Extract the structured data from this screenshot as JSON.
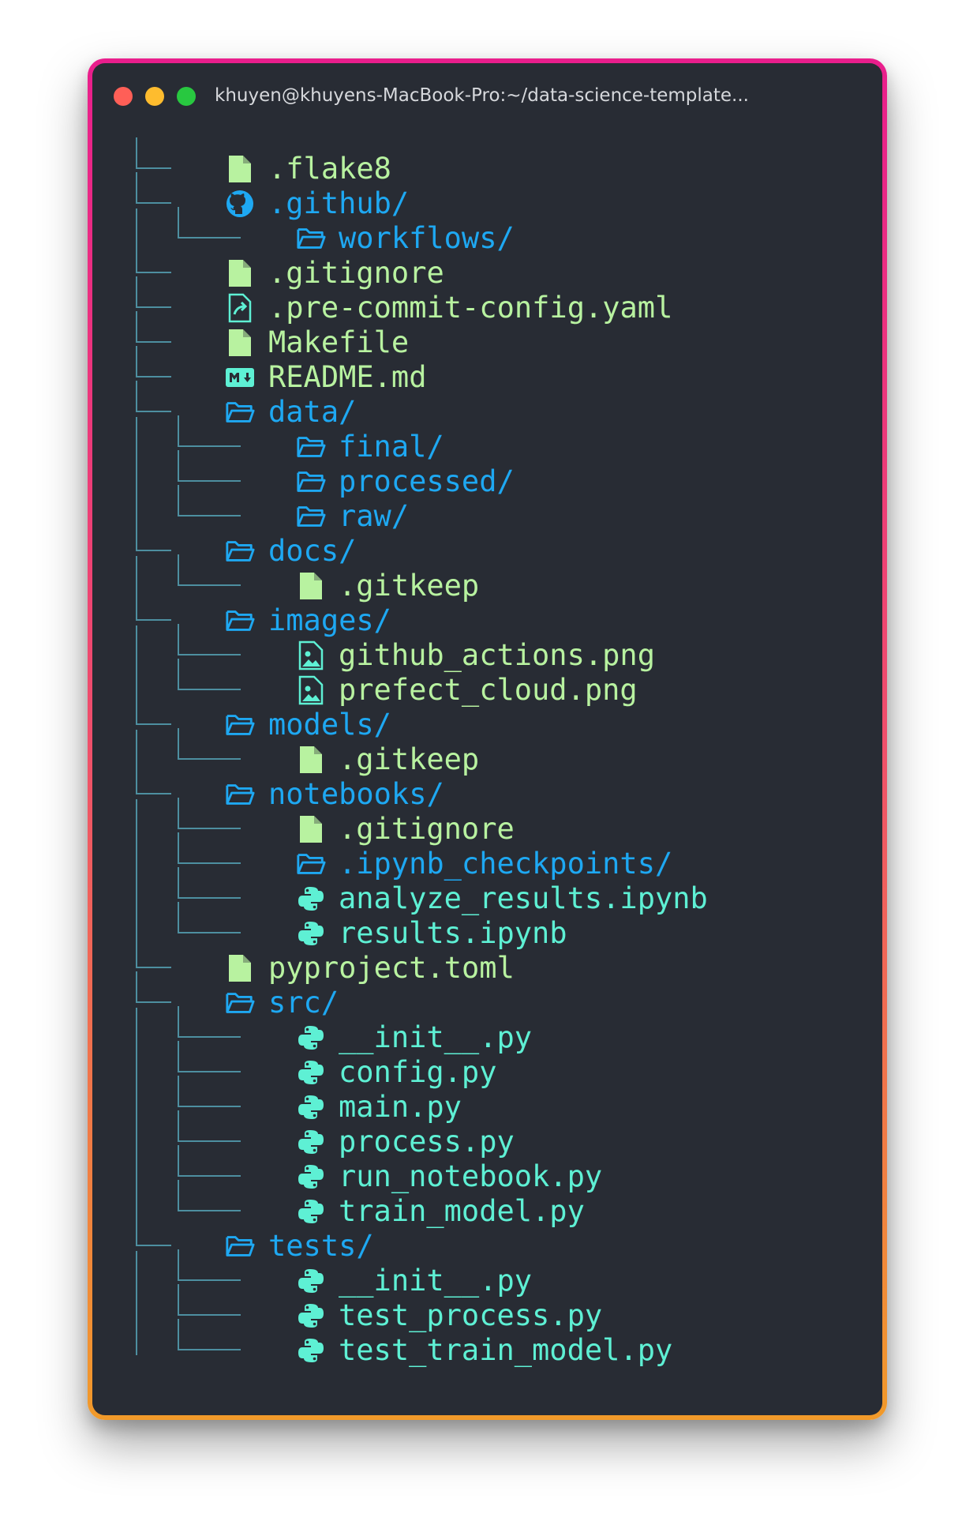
{
  "window": {
    "title": "khuyen@khuyens-MacBook-Pro:~/data-science-template..."
  },
  "colors": {
    "file": "#b8f2a0",
    "dir": "#1ea8f2",
    "py": "#5ef0d4",
    "line": "#4d8fa0",
    "background": "#282c34"
  },
  "tree": [
    {
      "name": ".flake8",
      "kind": "file",
      "icon": "file-icon",
      "depth": 0
    },
    {
      "name": ".github/",
      "kind": "dir",
      "icon": "github-icon",
      "depth": 0
    },
    {
      "name": "workflows/",
      "kind": "dir",
      "icon": "folder-icon",
      "depth": 1
    },
    {
      "name": ".gitignore",
      "kind": "file",
      "icon": "file-icon",
      "depth": 0
    },
    {
      "name": ".pre-commit-config.yaml",
      "kind": "file",
      "icon": "file-link-icon",
      "depth": 0
    },
    {
      "name": "Makefile",
      "kind": "file",
      "icon": "file-icon",
      "depth": 0
    },
    {
      "name": "README.md",
      "kind": "file",
      "icon": "markdown-icon",
      "depth": 0
    },
    {
      "name": "data/",
      "kind": "dir",
      "icon": "folder-icon",
      "depth": 0
    },
    {
      "name": "final/",
      "kind": "dir",
      "icon": "folder-icon",
      "depth": 1
    },
    {
      "name": "processed/",
      "kind": "dir",
      "icon": "folder-icon",
      "depth": 1
    },
    {
      "name": "raw/",
      "kind": "dir",
      "icon": "folder-icon",
      "depth": 1
    },
    {
      "name": "docs/",
      "kind": "dir",
      "icon": "folder-icon",
      "depth": 0
    },
    {
      "name": ".gitkeep",
      "kind": "file",
      "icon": "file-icon",
      "depth": 1
    },
    {
      "name": "images/",
      "kind": "dir",
      "icon": "folder-icon",
      "depth": 0
    },
    {
      "name": "github_actions.png",
      "kind": "file",
      "icon": "image-icon",
      "depth": 1
    },
    {
      "name": "prefect_cloud.png",
      "kind": "file",
      "icon": "image-icon",
      "depth": 1
    },
    {
      "name": "models/",
      "kind": "dir",
      "icon": "folder-icon",
      "depth": 0
    },
    {
      "name": ".gitkeep",
      "kind": "file",
      "icon": "file-icon",
      "depth": 1
    },
    {
      "name": "notebooks/",
      "kind": "dir",
      "icon": "folder-icon",
      "depth": 0
    },
    {
      "name": ".gitignore",
      "kind": "file",
      "icon": "file-icon",
      "depth": 1
    },
    {
      "name": ".ipynb_checkpoints/",
      "kind": "dir",
      "icon": "folder-icon",
      "depth": 1
    },
    {
      "name": "analyze_results.ipynb",
      "kind": "py",
      "icon": "python-icon",
      "depth": 1
    },
    {
      "name": "results.ipynb",
      "kind": "py",
      "icon": "python-icon",
      "depth": 1
    },
    {
      "name": "pyproject.toml",
      "kind": "file",
      "icon": "file-icon",
      "depth": 0
    },
    {
      "name": "src/",
      "kind": "dir",
      "icon": "folder-icon",
      "depth": 0
    },
    {
      "name": "__init__.py",
      "kind": "py",
      "icon": "python-icon",
      "depth": 1
    },
    {
      "name": "config.py",
      "kind": "py",
      "icon": "python-icon",
      "depth": 1
    },
    {
      "name": "main.py",
      "kind": "py",
      "icon": "python-icon",
      "depth": 1
    },
    {
      "name": "process.py",
      "kind": "py",
      "icon": "python-icon",
      "depth": 1
    },
    {
      "name": "run_notebook.py",
      "kind": "py",
      "icon": "python-icon",
      "depth": 1
    },
    {
      "name": "train_model.py",
      "kind": "py",
      "icon": "python-icon",
      "depth": 1
    },
    {
      "name": "tests/",
      "kind": "dir",
      "icon": "folder-icon",
      "depth": 0
    },
    {
      "name": "__init__.py",
      "kind": "py",
      "icon": "python-icon",
      "depth": 1
    },
    {
      "name": "test_process.py",
      "kind": "py",
      "icon": "python-icon",
      "depth": 1
    },
    {
      "name": "test_train_model.py",
      "kind": "py",
      "icon": "python-icon",
      "depth": 1
    }
  ]
}
